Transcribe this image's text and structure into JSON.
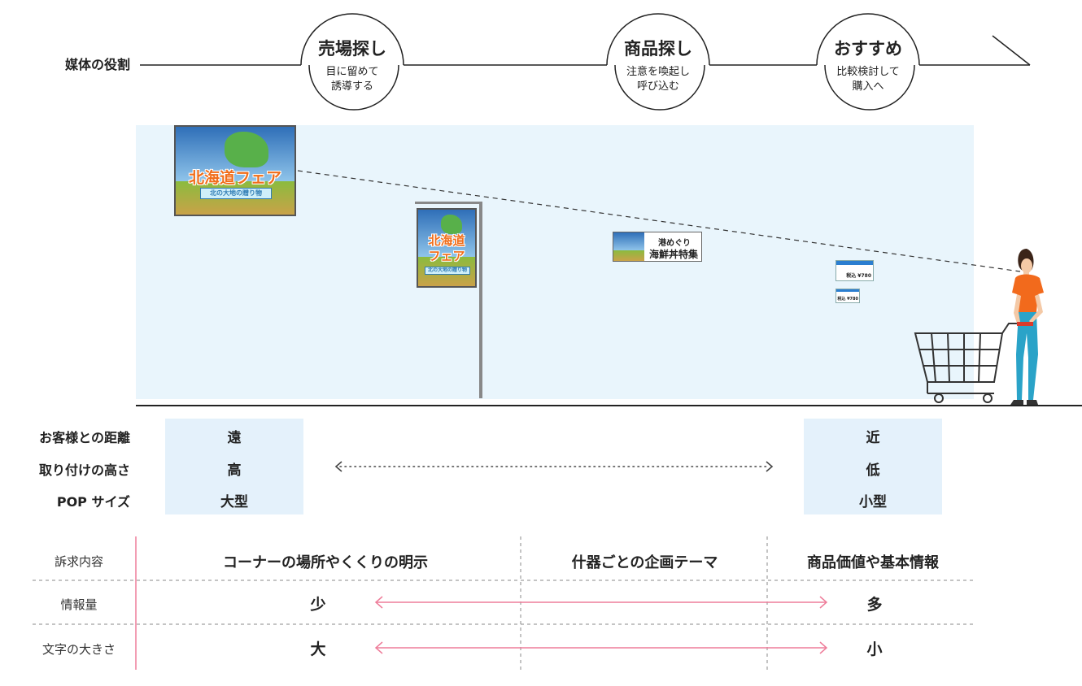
{
  "roles": {
    "label": "媒体の役割",
    "stages": [
      {
        "title": "売場探し",
        "sub1": "目に留めて",
        "sub2": "誘導する"
      },
      {
        "title": "商品探し",
        "sub1": "注意を喚起し",
        "sub2": "呼び込む"
      },
      {
        "title": "おすすめ",
        "sub1": "比較検討して",
        "sub2": "購入へ"
      }
    ]
  },
  "scene": {
    "big_poster": {
      "title": "北海道フェア",
      "ribbon": "北の大地の贈り物"
    },
    "stand_poster": {
      "title1": "北海道",
      "title2": "フェア",
      "ribbon": "北の大地の贈り物"
    },
    "shelf_sign": {
      "line1": "港めぐり",
      "line2": "海鮮丼特集"
    },
    "price_tags": [
      {
        "price": "税込 ¥780"
      },
      {
        "price": "税込 ¥780"
      }
    ]
  },
  "metrics": {
    "rows": [
      {
        "label": "お客様との距離",
        "far": "遠",
        "near": "近"
      },
      {
        "label": "取り付けの高さ",
        "far": "高",
        "near": "低"
      },
      {
        "label": "POP サイズ",
        "far": "大型",
        "near": "小型"
      }
    ]
  },
  "appeal": {
    "rows": [
      {
        "label": "訴求内容"
      },
      {
        "label": "情報量",
        "left": "少",
        "right": "多"
      },
      {
        "label": "文字の大きさ",
        "left": "大",
        "right": "小"
      }
    ],
    "columns": [
      "コーナーの場所やくくりの明示",
      "什器ごとの企画テーマ",
      "商品価値や基本情報"
    ]
  },
  "colors": {
    "scene_bg": "#e9f5fc",
    "range_box": "#e4f1fb",
    "pink_arrow": "#ee7d9a",
    "accent_orange": "#f06d1a",
    "shirt": "#f26a1c",
    "pants": "#2aa3c8"
  }
}
